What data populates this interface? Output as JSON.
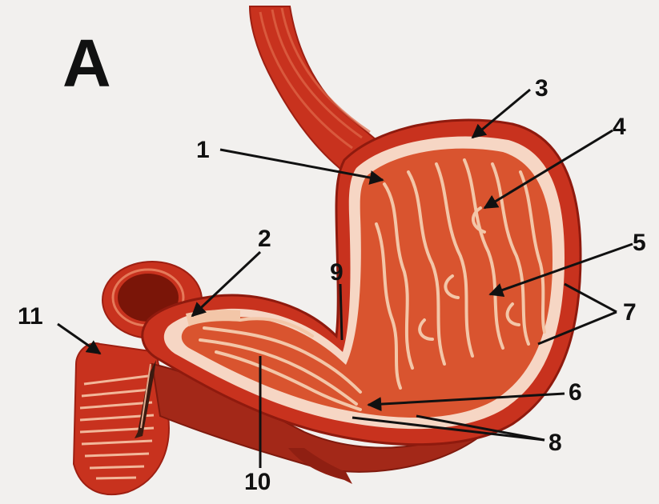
{
  "figure": {
    "panel_letter": "A",
    "labels": {
      "n1": "1",
      "n2": "2",
      "n3": "3",
      "n4": "4",
      "n5": "5",
      "n6": "6",
      "n7": "7",
      "n8": "8",
      "n9": "9",
      "n10": "10",
      "n11": "11"
    }
  },
  "colors": {
    "background": "#f2f0ee",
    "muscle": "#c8321e",
    "muscle_dark": "#9e1f12",
    "mucosa": "#d9542f",
    "rugae": "#f3c6a8",
    "label": "#111111"
  }
}
